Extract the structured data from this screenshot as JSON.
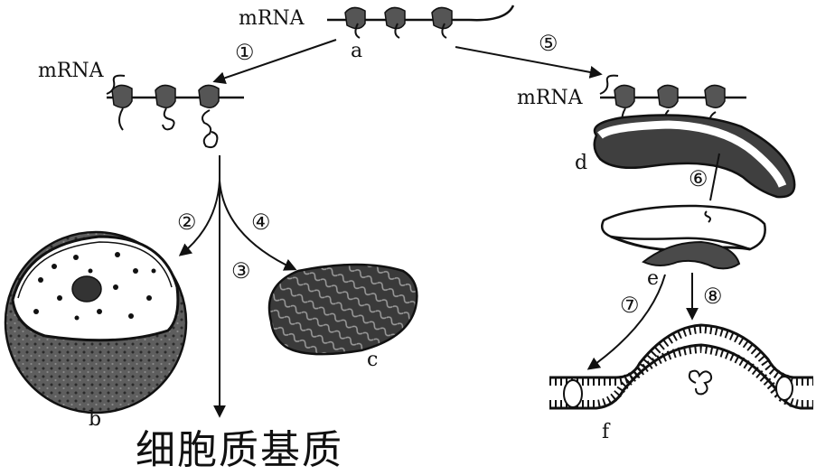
{
  "labels": {
    "mrna_top": "mRNA",
    "mrna_left": "mRNA",
    "mrna_right": "mRNA",
    "a": "a",
    "b": "b",
    "c": "c",
    "d": "d",
    "e": "e",
    "f": "f"
  },
  "steps": {
    "s1": "①",
    "s2": "②",
    "s3": "③",
    "s4": "④",
    "s5": "⑤",
    "s6": "⑥",
    "s7": "⑦",
    "s8": "⑧"
  },
  "bottom_label": "细胞质基质"
}
